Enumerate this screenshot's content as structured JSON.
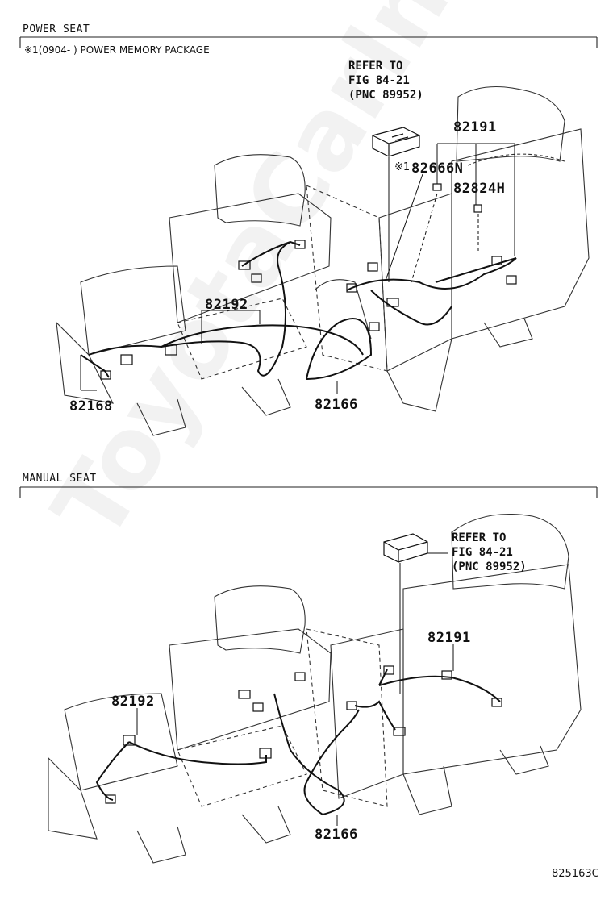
{
  "sections": [
    {
      "title": "POWER SEAT",
      "note": "※1(0904-    ) POWER MEMORY PACKAGE",
      "refer": [
        "REFER TO",
        "FIG 84-21",
        "(PNC 89952)"
      ],
      "parts": [
        "82191",
        "※1",
        "82666N",
        "82824H",
        "82192",
        "82168",
        "82166"
      ]
    },
    {
      "title": "MANUAL SEAT",
      "refer": [
        "REFER TO",
        "FIG 84-21",
        "(PNC 89952)"
      ],
      "parts": [
        "82191",
        "82192",
        "82166"
      ]
    }
  ],
  "diagram_code": "825163C",
  "watermark": "ToyotaCarInfo.ru"
}
